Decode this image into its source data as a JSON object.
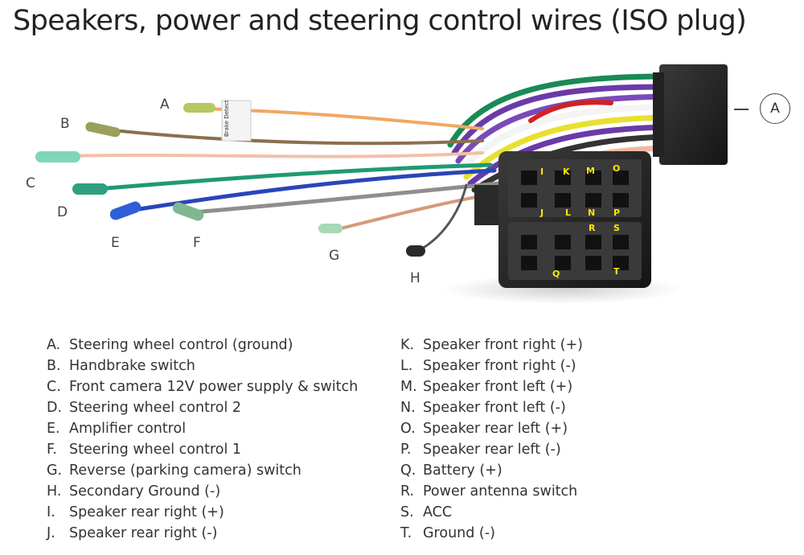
{
  "title": "Speakers, power and steering control wires (ISO plug)",
  "callout": "A",
  "sticker_text": "Brake Detect",
  "wire_labels": [
    {
      "key": "A",
      "color": "#f0a860"
    },
    {
      "key": "B",
      "color": "#8b6f4e"
    },
    {
      "key": "C",
      "color": "#f2c0a8"
    },
    {
      "key": "D",
      "color": "#1f9a72"
    },
    {
      "key": "E",
      "color": "#2a45b8"
    },
    {
      "key": "F",
      "color": "#9a9a9a"
    },
    {
      "key": "G",
      "color": "#d49a7a"
    },
    {
      "key": "H",
      "color": "#555555"
    }
  ],
  "pin_labels": [
    "I",
    "K",
    "M",
    "O",
    "J",
    "L",
    "N",
    "P",
    "R",
    "S",
    "Q",
    "T"
  ],
  "legend_left": [
    {
      "key": "A.",
      "text": "Steering wheel control (ground)"
    },
    {
      "key": "B.",
      "text": "Handbrake switch"
    },
    {
      "key": "C.",
      "text": "Front camera 12V power supply & switch"
    },
    {
      "key": "D.",
      "text": "Steering wheel control 2"
    },
    {
      "key": "E.",
      "text": "Amplifier control"
    },
    {
      "key": "F.",
      "text": "Steering wheel control 1"
    },
    {
      "key": "G.",
      "text": "Reverse (parking camera) switch"
    },
    {
      "key": "H.",
      "text": "Secondary Ground (-)"
    },
    {
      "key": "I.",
      "text": "Speaker rear right (+)"
    },
    {
      "key": "J.",
      "text": "Speaker rear right (-)"
    }
  ],
  "legend_right": [
    {
      "key": "K.",
      "text": "Speaker front right (+)"
    },
    {
      "key": "L.",
      "text": "Speaker front right (-)"
    },
    {
      "key": "M.",
      "text": "Speaker front left (+)"
    },
    {
      "key": "N.",
      "text": "Speaker front left (-)"
    },
    {
      "key": "O.",
      "text": "Speaker rear left (+)"
    },
    {
      "key": "P.",
      "text": "Speaker rear left (-)"
    },
    {
      "key": "Q.",
      "text": "Battery (+)"
    },
    {
      "key": "R.",
      "text": "Power antenna switch"
    },
    {
      "key": "S.",
      "text": "ACC"
    },
    {
      "key": "T.",
      "text": "Ground (-)"
    }
  ]
}
